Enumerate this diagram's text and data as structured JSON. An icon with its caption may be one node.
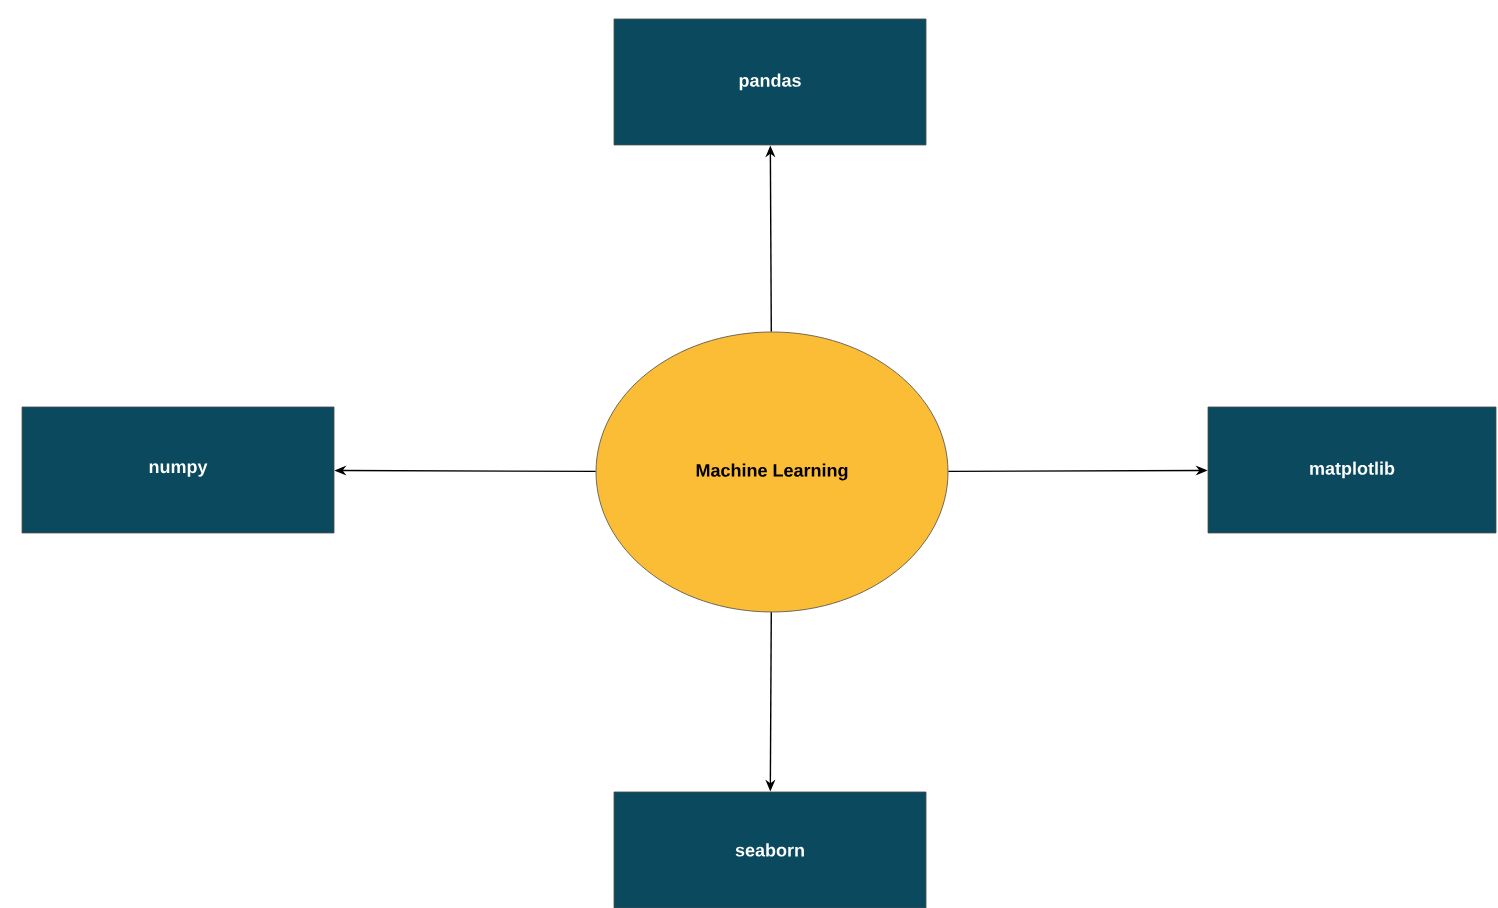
{
  "diagram": {
    "nodes": [
      {
        "text": [
          "Machine Learning"
        ]
      },
      {
        "text": [
          "pandas"
        ]
      },
      {
        "text": [
          "numpy"
        ]
      },
      {
        "text": [
          "matplotlib"
        ]
      },
      {
        "text": [
          "seaborn"
        ]
      }
    ],
    "edges": [
      {
        "from": 0,
        "to": 1,
        "arrow": "to"
      },
      {
        "from": 0,
        "to": 2,
        "arrow": "to"
      },
      {
        "from": 0,
        "to": 3,
        "arrow": "to"
      },
      {
        "from": 0,
        "to": 4,
        "arrow": "to"
      }
    ]
  }
}
